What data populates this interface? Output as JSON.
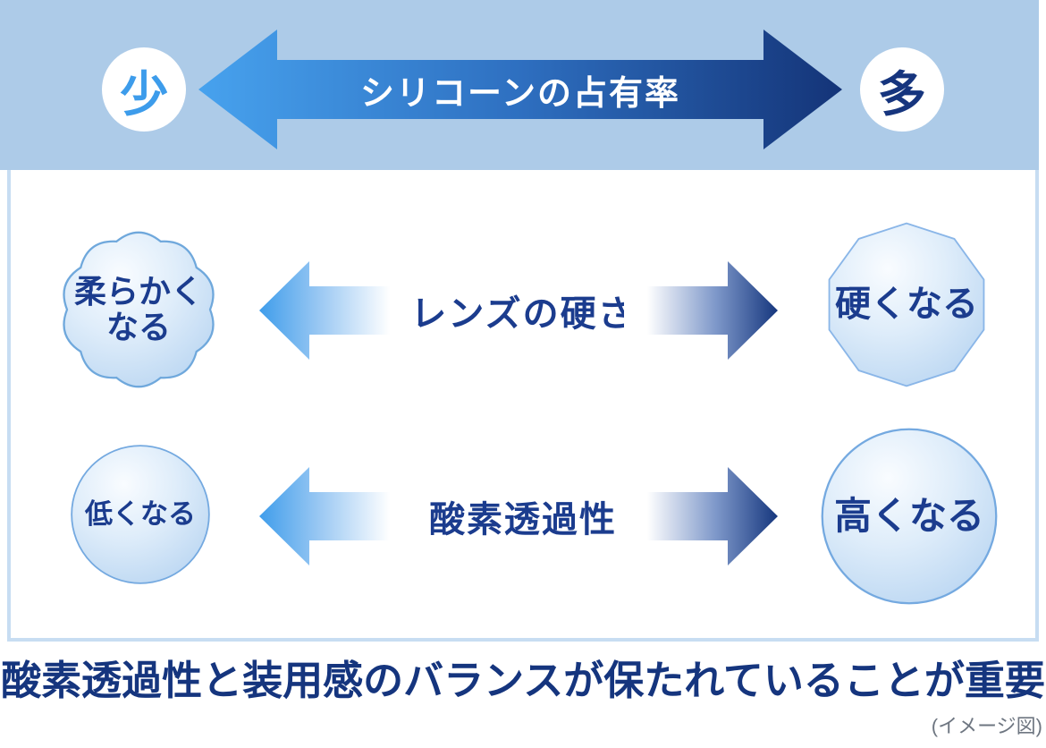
{
  "header": {
    "left_badge": "少",
    "right_badge": "多",
    "arrow_label": "シリコーンの占有率"
  },
  "rows": [
    {
      "center_label": "レンズの硬さ",
      "left_shape": {
        "type": "wavy-blob",
        "line1": "柔らかく",
        "line2": "なる"
      },
      "right_shape": {
        "type": "decagon",
        "label": "硬くなる"
      }
    },
    {
      "center_label": "酸素透過性",
      "left_shape": {
        "type": "circle-small",
        "label": "低くなる"
      },
      "right_shape": {
        "type": "circle-large",
        "label": "高くなる"
      }
    }
  ],
  "caption": "酸素透過性と装用感のバランスが保たれていることが重要",
  "note": "(イメージ図)",
  "colors": {
    "header_bg": "#ADCBE8",
    "panel_border": "#C7DDF2",
    "bright_blue": "#3F9DEB",
    "navy": "#16357E",
    "text_navy": "#1B3C8E",
    "shape_fill_highlight": "#F7FBFF",
    "shape_fill_edge": "#B7D4F1",
    "shape_stroke": "#6FA8DC",
    "note_gray": "#6E7681"
  }
}
